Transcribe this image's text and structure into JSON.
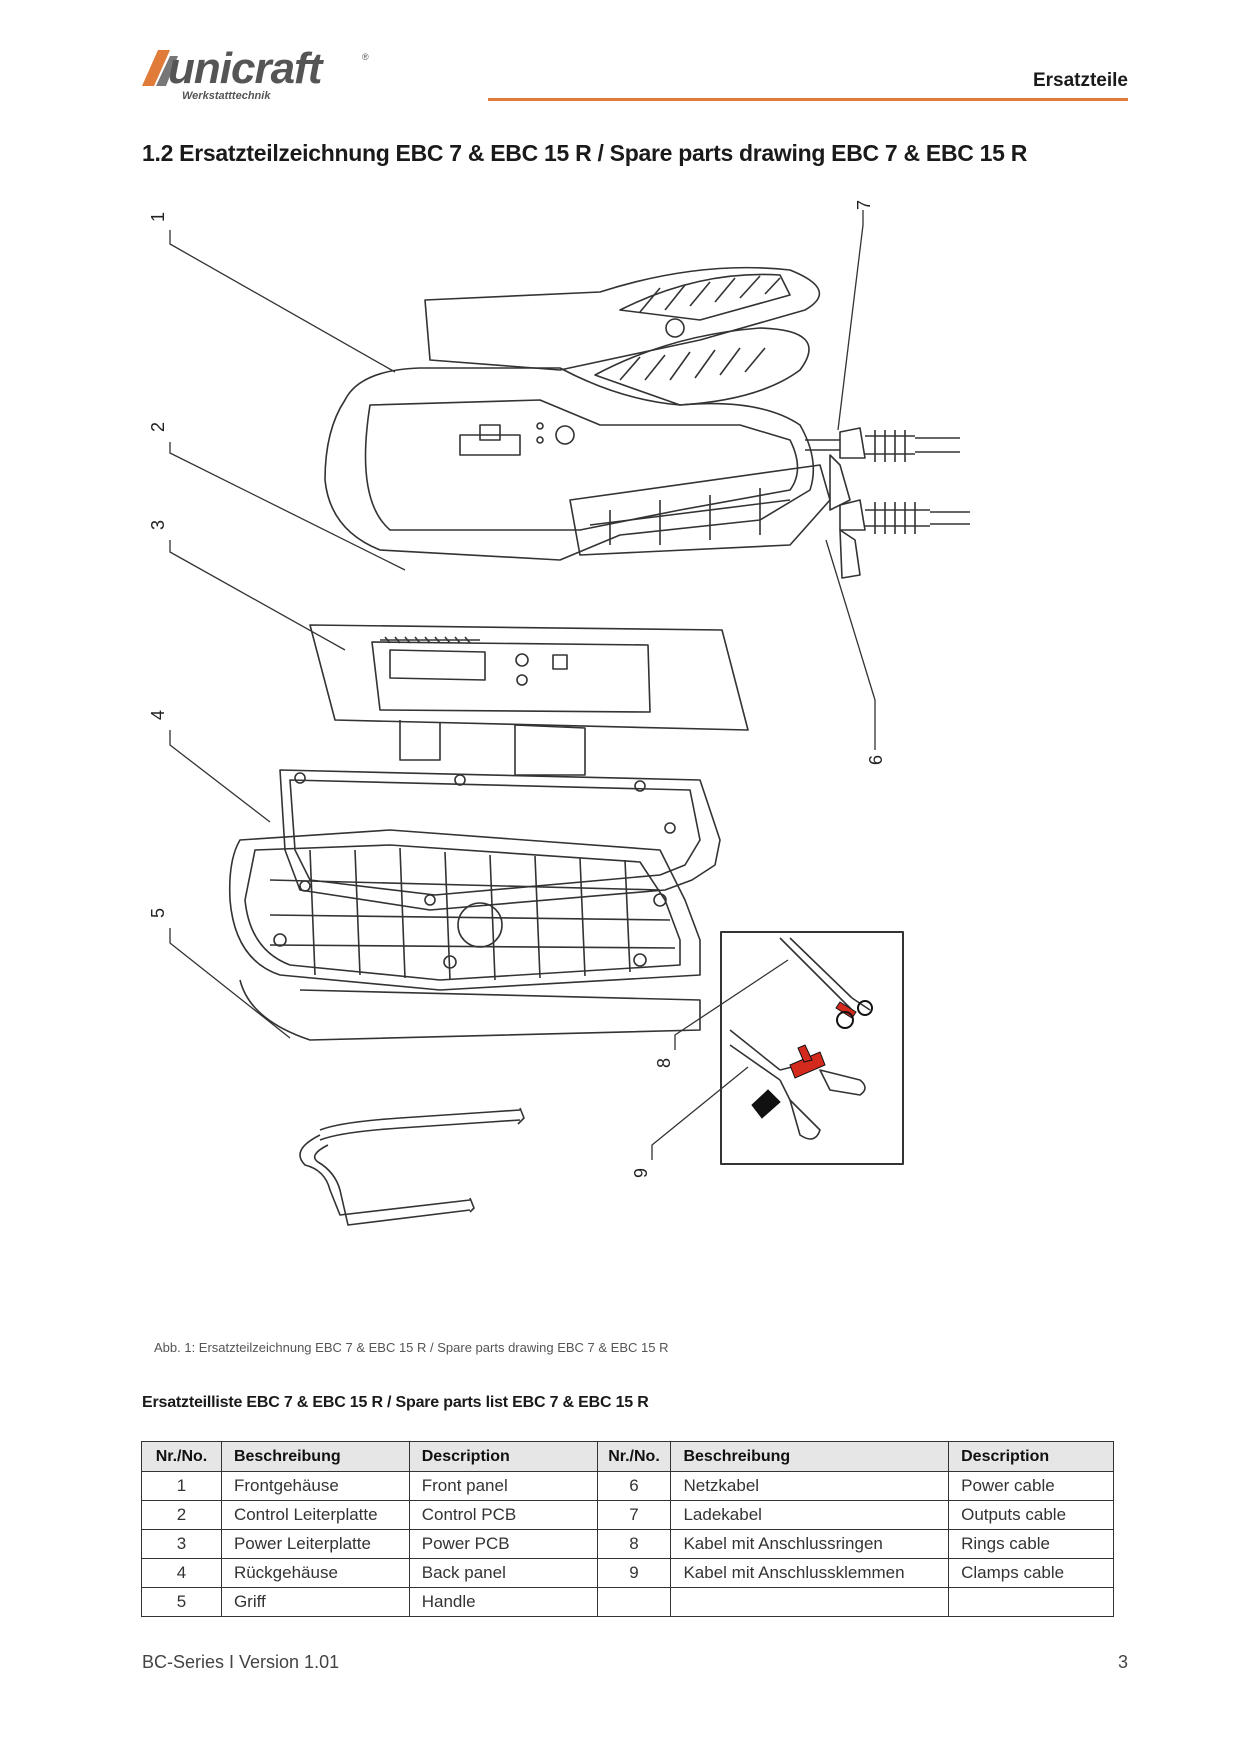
{
  "header": {
    "logo_text": "unicraft",
    "logo_registered": "®",
    "logo_subtitle": "Werkstatttechnik",
    "section": "Ersatzteile",
    "accent_color": "#e07b39"
  },
  "title": "1.2   Ersatzteilzeichnung EBC 7 & EBC 15 R / Spare parts drawing EBC 7 & EBC 15 R",
  "drawing": {
    "callouts": [
      "1",
      "2",
      "3",
      "4",
      "5",
      "6",
      "7",
      "8",
      "9"
    ],
    "clip_colors": {
      "red": "#d42a1e",
      "black": "#111111"
    }
  },
  "caption": "Abb. 1: Ersatzteilzeichnung EBC 7 & EBC 15 R / Spare parts drawing EBC 7 & EBC 15 R",
  "parts_list": {
    "title": "Ersatzteilliste EBC 7 & EBC 15 R / Spare parts list EBC 7 & EBC 15 R",
    "headers": [
      "Nr./No.",
      "Beschreibung",
      "Description",
      "Nr./No.",
      "Beschreibung",
      "Description"
    ],
    "rows": [
      [
        "1",
        "Frontgehäuse",
        "Front panel",
        "6",
        "Netzkabel",
        "Power cable"
      ],
      [
        "2",
        "Control Leiterplatte",
        "Control PCB",
        "7",
        "Ladekabel",
        "Outputs cable"
      ],
      [
        "3",
        "Power Leiterplatte",
        "Power PCB",
        "8",
        "Kabel mit Anschlussringen",
        "Rings cable"
      ],
      [
        "4",
        "Rückgehäuse",
        "Back panel",
        "9",
        "Kabel mit Anschlussklemmen",
        " Clamps cable"
      ],
      [
        "5",
        "Griff",
        "Handle",
        "",
        "",
        ""
      ]
    ]
  },
  "footer": {
    "left": "BC-Series I Version 1.01",
    "page": "3"
  }
}
